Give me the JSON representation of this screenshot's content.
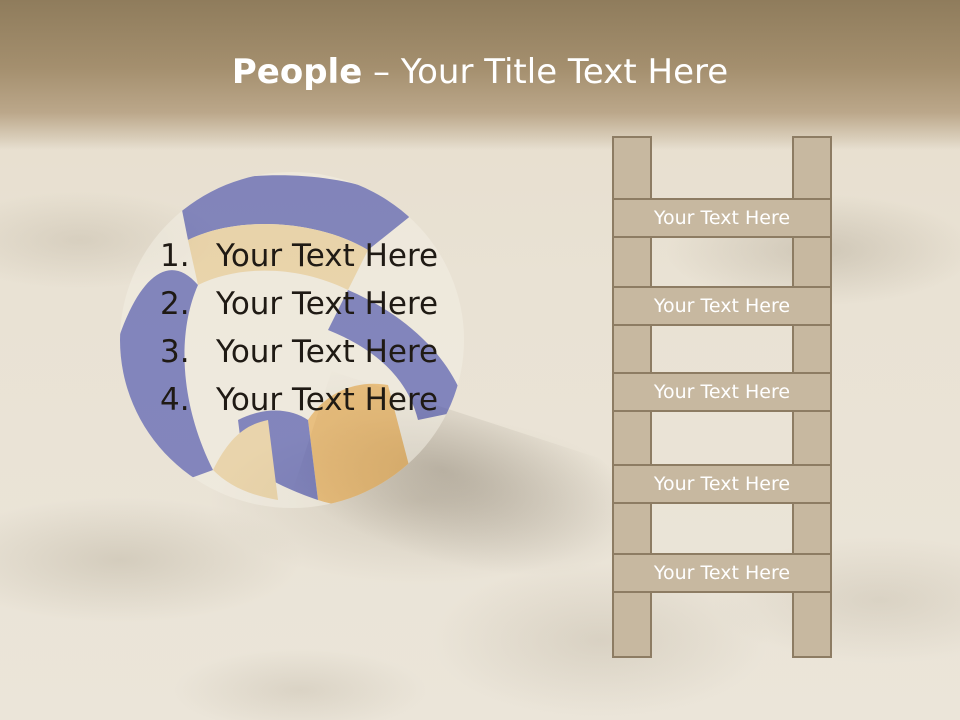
{
  "slide": {
    "title_bold": "People",
    "title_rest": " – Your Title Text Here"
  },
  "list": {
    "items": [
      {
        "num": "1.",
        "text": "Your Text Here"
      },
      {
        "num": "2.",
        "text": "Your Text Here"
      },
      {
        "num": "3.",
        "text": "Your Text Here"
      },
      {
        "num": "4.",
        "text": "Your Text Here"
      }
    ]
  },
  "ladder": {
    "rungs": [
      "Your Text Here",
      "Your Text Here",
      "Your Text Here",
      "Your Text Here",
      "Your Text Here"
    ]
  },
  "colors": {
    "title_bar": "#a48f6e",
    "ladder_fill": "#c7b8a0",
    "ladder_border": "#8d7c63",
    "text_dark": "#1f1a14"
  }
}
